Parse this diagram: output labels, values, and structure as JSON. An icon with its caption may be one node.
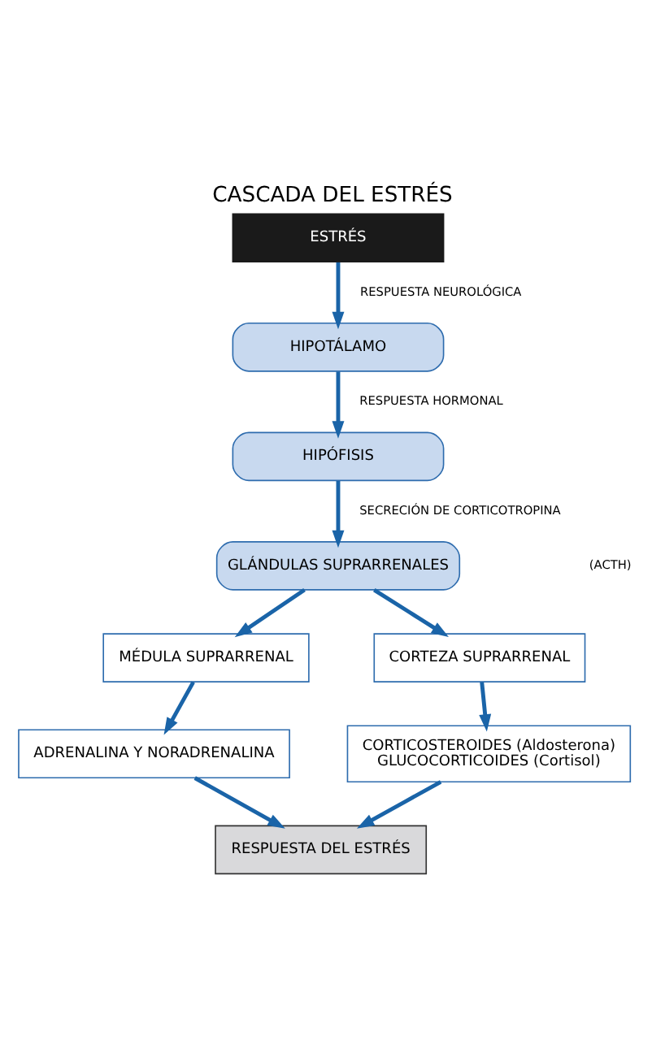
{
  "diagram": {
    "title": "CASCADA DEL ESTRÉS",
    "nodes": [
      {
        "text": [
          "ESTRÉS"
        ]
      },
      {
        "text": [
          "HIPOTÁLAMO"
        ]
      },
      {
        "text": [
          "HIPÓFISIS"
        ]
      },
      {
        "text": [
          "GLÁNDULAS SUPRARRENALES"
        ]
      },
      {
        "text": [
          "MÉDULA SUPRARRENAL"
        ]
      },
      {
        "text": [
          "CORTEZA SUPRARRENAL"
        ]
      },
      {
        "text": [
          "ADRENALINA Y NORADRENALINA"
        ]
      },
      {
        "text": [
          "CORTICOSTEROIDES (Aldosterona)",
          "GLUCOCORTICOIDES (Cortisol)"
        ]
      },
      {
        "text": [
          "RESPUESTA DEL ESTRÉS"
        ]
      }
    ],
    "edges": [
      {
        "from": 0,
        "to": 1,
        "arrow": "to",
        "label": "RESPUESTA NEUROLÓGICA"
      },
      {
        "from": 1,
        "to": 2,
        "arrow": "to",
        "label": "RESPUESTA HORMONAL"
      },
      {
        "from": 2,
        "to": 3,
        "arrow": "to",
        "label": "SECRECIÓN DE CORTICOTROPINA"
      },
      {
        "from": 3,
        "to": 4,
        "arrow": "to"
      },
      {
        "from": 3,
        "to": 5,
        "arrow": "to"
      },
      {
        "from": 4,
        "to": 6,
        "arrow": "to"
      },
      {
        "from": 5,
        "to": 7,
        "arrow": "to"
      },
      {
        "from": 6,
        "to": 8,
        "arrow": "to"
      },
      {
        "from": 7,
        "to": 8,
        "arrow": "to"
      }
    ],
    "labels": [
      "(ACTH)"
    ]
  }
}
